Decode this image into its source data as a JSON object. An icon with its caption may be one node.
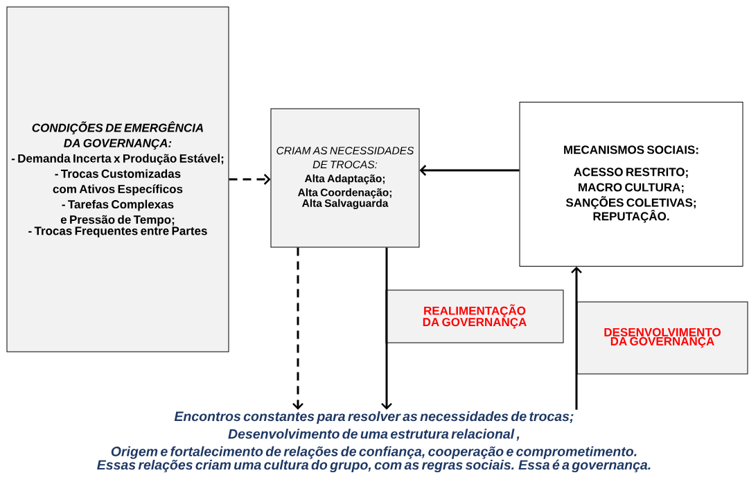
{
  "diagram": {
    "nodes": [
      {
        "text": [
          "CONDIÇÕES DE EMERGÊNCIA DA GOVERNANÇA:",
          "- Demanda Incerta x Produção Estável;",
          "- Trocas Customizadas com Ativos Específicos",
          "- Tarefas Complexas e Pressão de Tempo;",
          "- Trocas Frequentes entre Partes"
        ]
      },
      {
        "text": [
          "CRIAM AS NECESSIDADES DE TROCAS:",
          "Alta Adaptação;",
          "Alta Coordenação;",
          "Alta Salvaguarda"
        ]
      },
      {
        "text": [
          "MECANISMOS SOCIAIS:",
          "ACESSO RESTRITO;",
          "MACRO CULTURA;",
          "SANÇÕES COLETIVAS;",
          "REPUTAÇÂO."
        ]
      },
      {
        "text": [
          "REALIMENTAÇÃO DA GOVERNANÇA"
        ]
      },
      {
        "text": [
          "DESENVOLVIMENTO DA GOVERNANÇA"
        ]
      },
      {
        "text": [
          "Encontros constantes para resolver as necessidades de trocas;",
          "Desenvolvimento de uma estrutura relacional ,",
          "Origem e fortalecimento de relações de confiança, cooperação e comprometimento.",
          "Essas relações criam uma cultura do grupo, com as regras sociais. Essa é a governança."
        ]
      }
    ],
    "edges": [
      {
        "from": 0,
        "to": 1,
        "arrow": "to",
        "style": "dashed"
      },
      {
        "from": 2,
        "to": 1,
        "arrow": "to"
      },
      {
        "from": 1,
        "to": 5,
        "arrow": "to",
        "style": "dashed"
      },
      {
        "from": 1,
        "to": 5,
        "arrow": "to"
      },
      {
        "from": 5,
        "to": 2,
        "arrow": "to"
      }
    ]
  }
}
